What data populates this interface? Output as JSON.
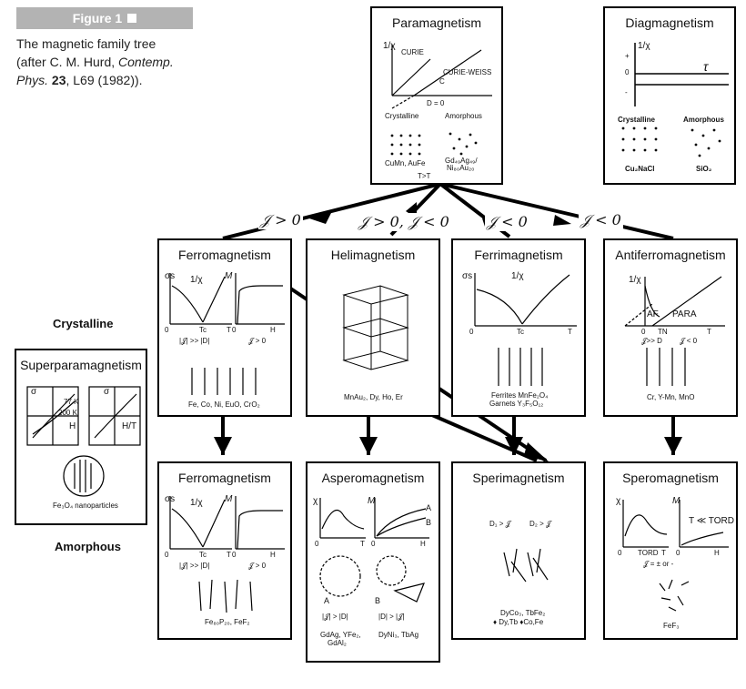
{
  "figure": {
    "tag": "Figure 1",
    "caption_line1": "The magnetic family tree",
    "caption_line2a": "(after C. M. Hurd, ",
    "caption_journal": "Contemp.",
    "caption_line3a": "Phys.",
    "caption_vol": "23",
    "caption_line3b": ", L69 (1982))."
  },
  "side_labels": {
    "crystalline": "Crystalline",
    "amorphous": "Amorphous"
  },
  "edges": {
    "e1": "𝒥 > 0",
    "e2": "𝒥 > 0, 𝒥 < 0",
    "e3": "𝒥 < 0",
    "e4": "𝒥 < 0"
  },
  "para": {
    "title": "Paramagnetism",
    "ylab": "1/χ",
    "curie": "CURIE",
    "cw": "CURIE-WEISS",
    "c": "C",
    "d": "D = 0",
    "crys": "Crystalline",
    "amor": "Amorphous",
    "ex1": "CuMn, AuFe",
    "ex2": "Gd₄₉Ag₄₉/",
    "ex3": "Ni₈₀Au₂₀",
    "cond": "T>T"
  },
  "dia": {
    "title": "Diagmagnetism",
    "ylab": "1/χ",
    "plus": "+",
    "zero": "0",
    "minus": "-",
    "tau": "τ",
    "crys": "Crystalline",
    "amor": "Amorphous",
    "ex1": "Cu₂NaCl",
    "ex2": "SiO₂"
  },
  "ferro": {
    "title": "Ferromagnetism",
    "s": "σs",
    "ylab": "1/χ",
    "m": "M",
    "zero": "0",
    "tc": "Tc",
    "t": "T",
    "zero2": "0",
    "h": "H",
    "c1": "|𝒥| >> |D|",
    "c2": "𝒥 > 0",
    "ex": "Fe, Co, Ni, EuO, CrO₂"
  },
  "heli": {
    "title": "Helimagnetism",
    "ex": "MnAu₂, Dy, Ho, Er"
  },
  "ferri": {
    "title": "Ferrimagnetism",
    "s": "σs",
    "ylab": "1/χ",
    "zero": "0",
    "tc": "Tc",
    "t": "T",
    "ex1": "Ferrites MnFe₂O₄",
    "ex2": "Garnets Y₃F₅O₁₂"
  },
  "anti": {
    "title": "Antiferromagnetism",
    "ylab": "1/χ",
    "af": "AF",
    "para": "PARA",
    "zero": "0",
    "tn": "TN",
    "t": "T",
    "c1": "𝒥>> D",
    "c2": "𝒥 < 0",
    "ex": "Cr, Y-Mn, MnO"
  },
  "superpara": {
    "title": "Superparamagnetism",
    "s1": "σ",
    "k1": "77 K",
    "k2": "200 K",
    "h": "H",
    "s2": "σ",
    "ht": "H/T",
    "ex": "Fe₃O₄ nanoparticles"
  },
  "aferro": {
    "title": "Ferromagnetism",
    "s": "σs",
    "ylab": "1/χ",
    "m": "M",
    "zero": "0",
    "tc": "Tc",
    "t": "T",
    "zero2": "0",
    "h": "H",
    "c1": "|𝒥| >> |D|",
    "c2": "𝒥 > 0",
    "ex": "Fe₈₀P₂₀, FeF₂"
  },
  "aspero": {
    "title": "Asperomagnetism",
    "chi": "χ",
    "m": "M",
    "a": "A",
    "b": "B",
    "zero": "0",
    "t": "T",
    "zero2": "0",
    "h": "H",
    "la": "A",
    "lb": "B",
    "c1": "|𝒥| > |D|",
    "c2": "|D| > |𝒥|",
    "ex1": "GdAg, YFe₂,",
    "ex1b": "GdAl₂",
    "ex2": "DyNi₃, TbAg"
  },
  "speri": {
    "title": "Sperimagnetism",
    "c1": "D₁ > 𝒥",
    "c2": "D₂ > 𝒥",
    "ex1": "DyCo₃, TbFe₂",
    "ex2": "♦ Dy,Tb ♦Co,Fe"
  },
  "spero": {
    "title": "Speromagnetism",
    "chi": "χ",
    "m": "M",
    "tord": "T ≪ TORD",
    "zero": "0",
    "tordl": "TORD",
    "t": "T",
    "zero2": "0",
    "h": "H",
    "c1": "𝒥 = ± or -",
    "ex": "FeF₃"
  }
}
